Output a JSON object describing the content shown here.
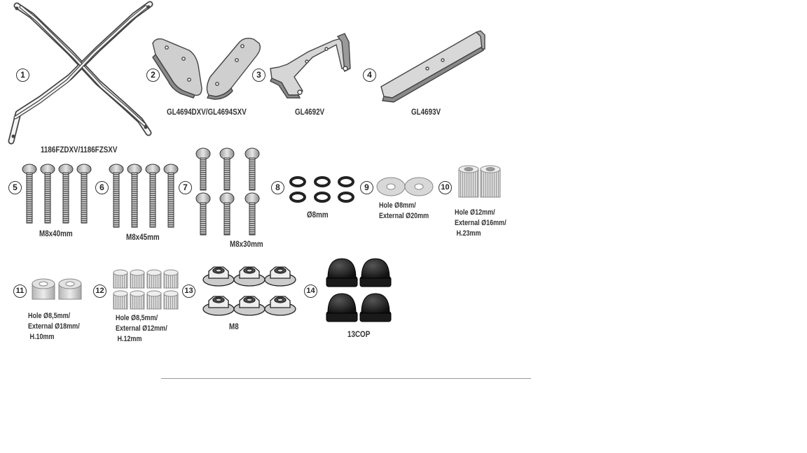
{
  "parts": [
    {
      "number": "1",
      "label": "1186FZDXV/1186FZSXV"
    },
    {
      "number": "2",
      "label": "GL4694DXV/GL4694SXV"
    },
    {
      "number": "3",
      "label": "GL4692V"
    },
    {
      "number": "4",
      "label": "GL4693V"
    },
    {
      "number": "5",
      "label": "M8x40mm"
    },
    {
      "number": "6",
      "label": "M8x45mm"
    },
    {
      "number": "7",
      "label": "M8x30mm"
    },
    {
      "number": "8",
      "label": "Ø8mm"
    },
    {
      "number": "9",
      "label_lines": [
        "Hole Ø8mm/",
        "External Ø20mm"
      ]
    },
    {
      "number": "10",
      "label_lines": [
        "Hole Ø12mm/",
        "External Ø16mm/",
        "H.23mm"
      ]
    },
    {
      "number": "11",
      "label_lines": [
        "Hole Ø8,5mm/",
        "External Ø18mm/",
        "H.10mm"
      ]
    },
    {
      "number": "12",
      "label_lines": [
        "Hole Ø8,5mm/",
        "External Ø12mm/",
        "H.12mm"
      ]
    },
    {
      "number": "13",
      "label": "M8"
    },
    {
      "number": "14",
      "label": "13COP"
    }
  ]
}
